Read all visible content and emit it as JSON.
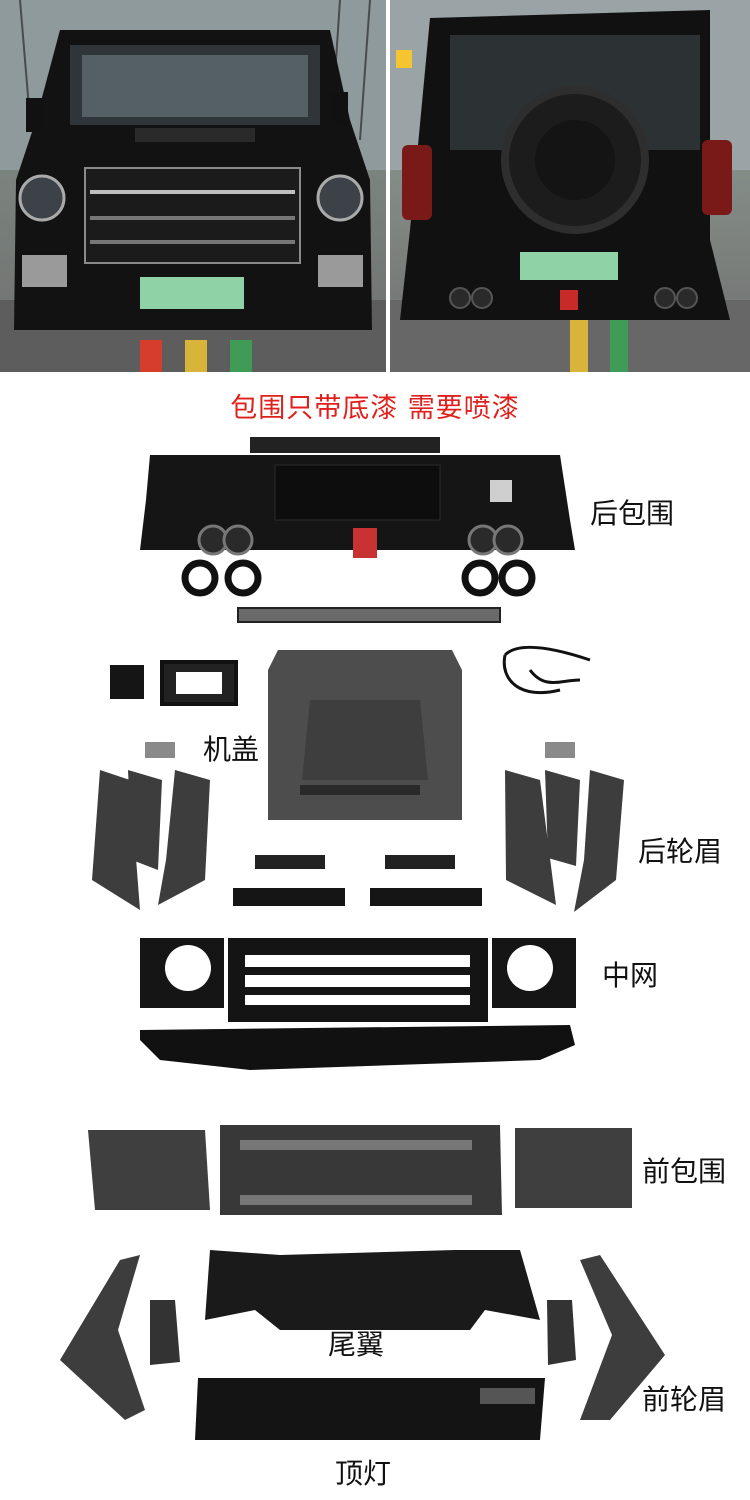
{
  "header": {
    "notice": "包围只带底漆 需要喷漆"
  },
  "parts": {
    "rear_bumper": "后包围",
    "hood": "机盖",
    "rear_wheel_arches": "后轮眉",
    "grille": "中网",
    "front_bumper": "前包围",
    "rear_spoiler": "尾翼",
    "front_wheel_arches": "前轮眉",
    "roof_light": "顶灯"
  },
  "colors": {
    "notice_red": "#e0201c",
    "part_black": "#151515",
    "primer_grey": "#5a5a5a",
    "plate_green": "#8fd2a6"
  }
}
